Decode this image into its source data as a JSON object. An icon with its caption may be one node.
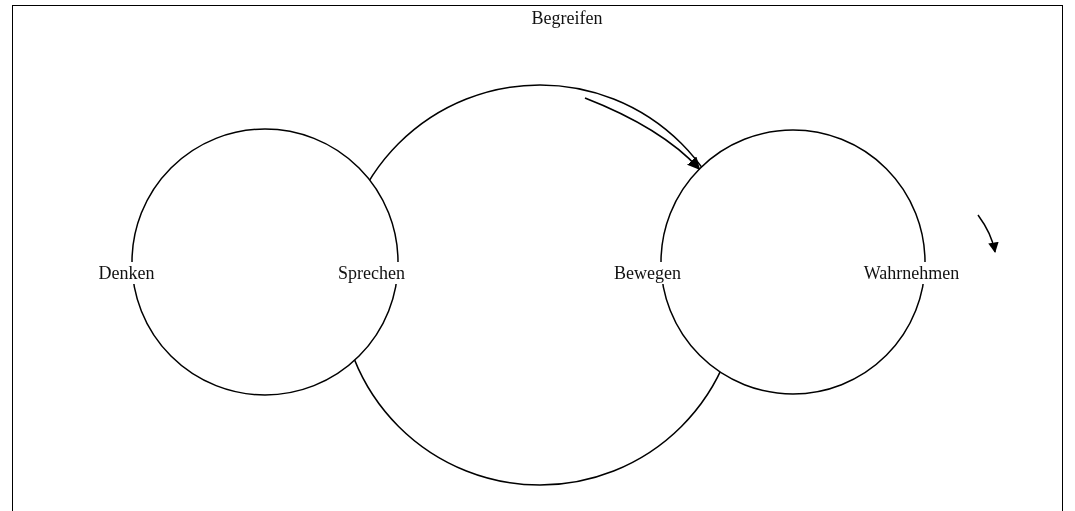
{
  "diagram": {
    "nodes": [
      {
        "text": [
          "Begreifen"
        ]
      },
      {
        "text": [
          "Denken",
          "Sprechen"
        ],
        "in": 0
      },
      {
        "text": [
          "Bewegen",
          "Wahrnehmen"
        ],
        "in": 0
      }
    ],
    "edges": [
      {
        "from": null,
        "to": 2,
        "arrow": "to"
      }
    ]
  }
}
